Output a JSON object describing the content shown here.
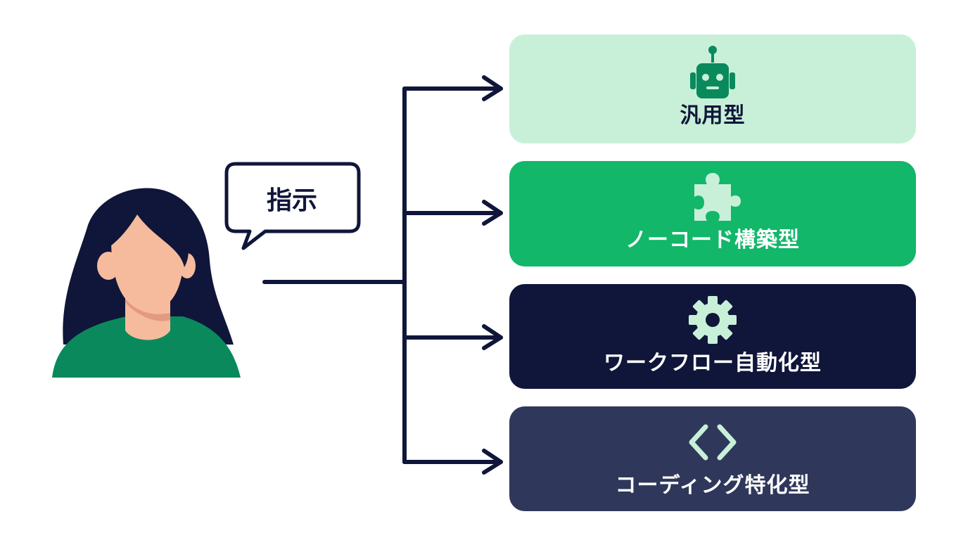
{
  "speech_bubble": {
    "text": "指示"
  },
  "person": {
    "icon": "person-icon"
  },
  "categories": [
    {
      "label": "汎用型",
      "icon": "robot-icon",
      "background": "#c8f0d8",
      "text_color": "#10163a",
      "icon_color": "#0a8a5c"
    },
    {
      "label": "ノーコード構築型",
      "icon": "puzzle-icon",
      "background": "#12b76a",
      "text_color": "#ffffff",
      "icon_color": "#c8f0d8"
    },
    {
      "label": "ワークフロー自動化型",
      "icon": "gear-icon",
      "background": "#10163a",
      "text_color": "#ffffff",
      "icon_color": "#c8f0d8"
    },
    {
      "label": "コーディング特化型",
      "icon": "code-icon",
      "background": "#2f385b",
      "text_color": "#ffffff",
      "icon_color": "#c8f0d8"
    }
  ],
  "colors": {
    "line": "#10163a",
    "hair": "#10163a",
    "skin": "#f5bb9c",
    "shirt": "#0a8a5c"
  }
}
